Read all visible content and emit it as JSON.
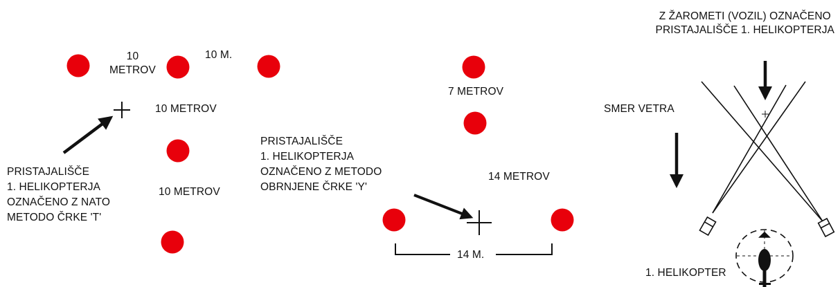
{
  "colors": {
    "marker": "#e8000b",
    "ink": "#111111",
    "background": "#ffffff"
  },
  "t_method": {
    "dist_top_left": "10\nMETROV",
    "dist_top_right": "10 M.",
    "dist_cross": "10 METROV",
    "dist_down": "10 METROV",
    "caption": "PRISTAJALIŠČE\n1. HELIKOPTERJA\nOZNAČENO Z NATO\nMETODO ČRKE 'T'"
  },
  "y_method": {
    "dist_vertical": "7 METROV",
    "dist_diagonal": "14 METROV",
    "dist_base": "14 M.",
    "caption": "PRISTAJALIŠČE\n1. HELIKOPTERJA\nOZNAČENO Z METODO\nOBRNJENE ČRKE 'Y'"
  },
  "vehicle_method": {
    "title": "Z ŽAROMETI (VOZIL) OZNAČENO\nPRISTAJALIŠČE 1. HELIKOPTERJA",
    "wind": "SMER VETRA",
    "helicopter": "1. HELIKOPTER"
  },
  "icons": [
    "red-light-marker",
    "landing-point-cross",
    "pointer-arrow",
    "wind-direction-arrow",
    "vehicle-icon",
    "helicopter-icon",
    "rotor-disc-icon"
  ]
}
